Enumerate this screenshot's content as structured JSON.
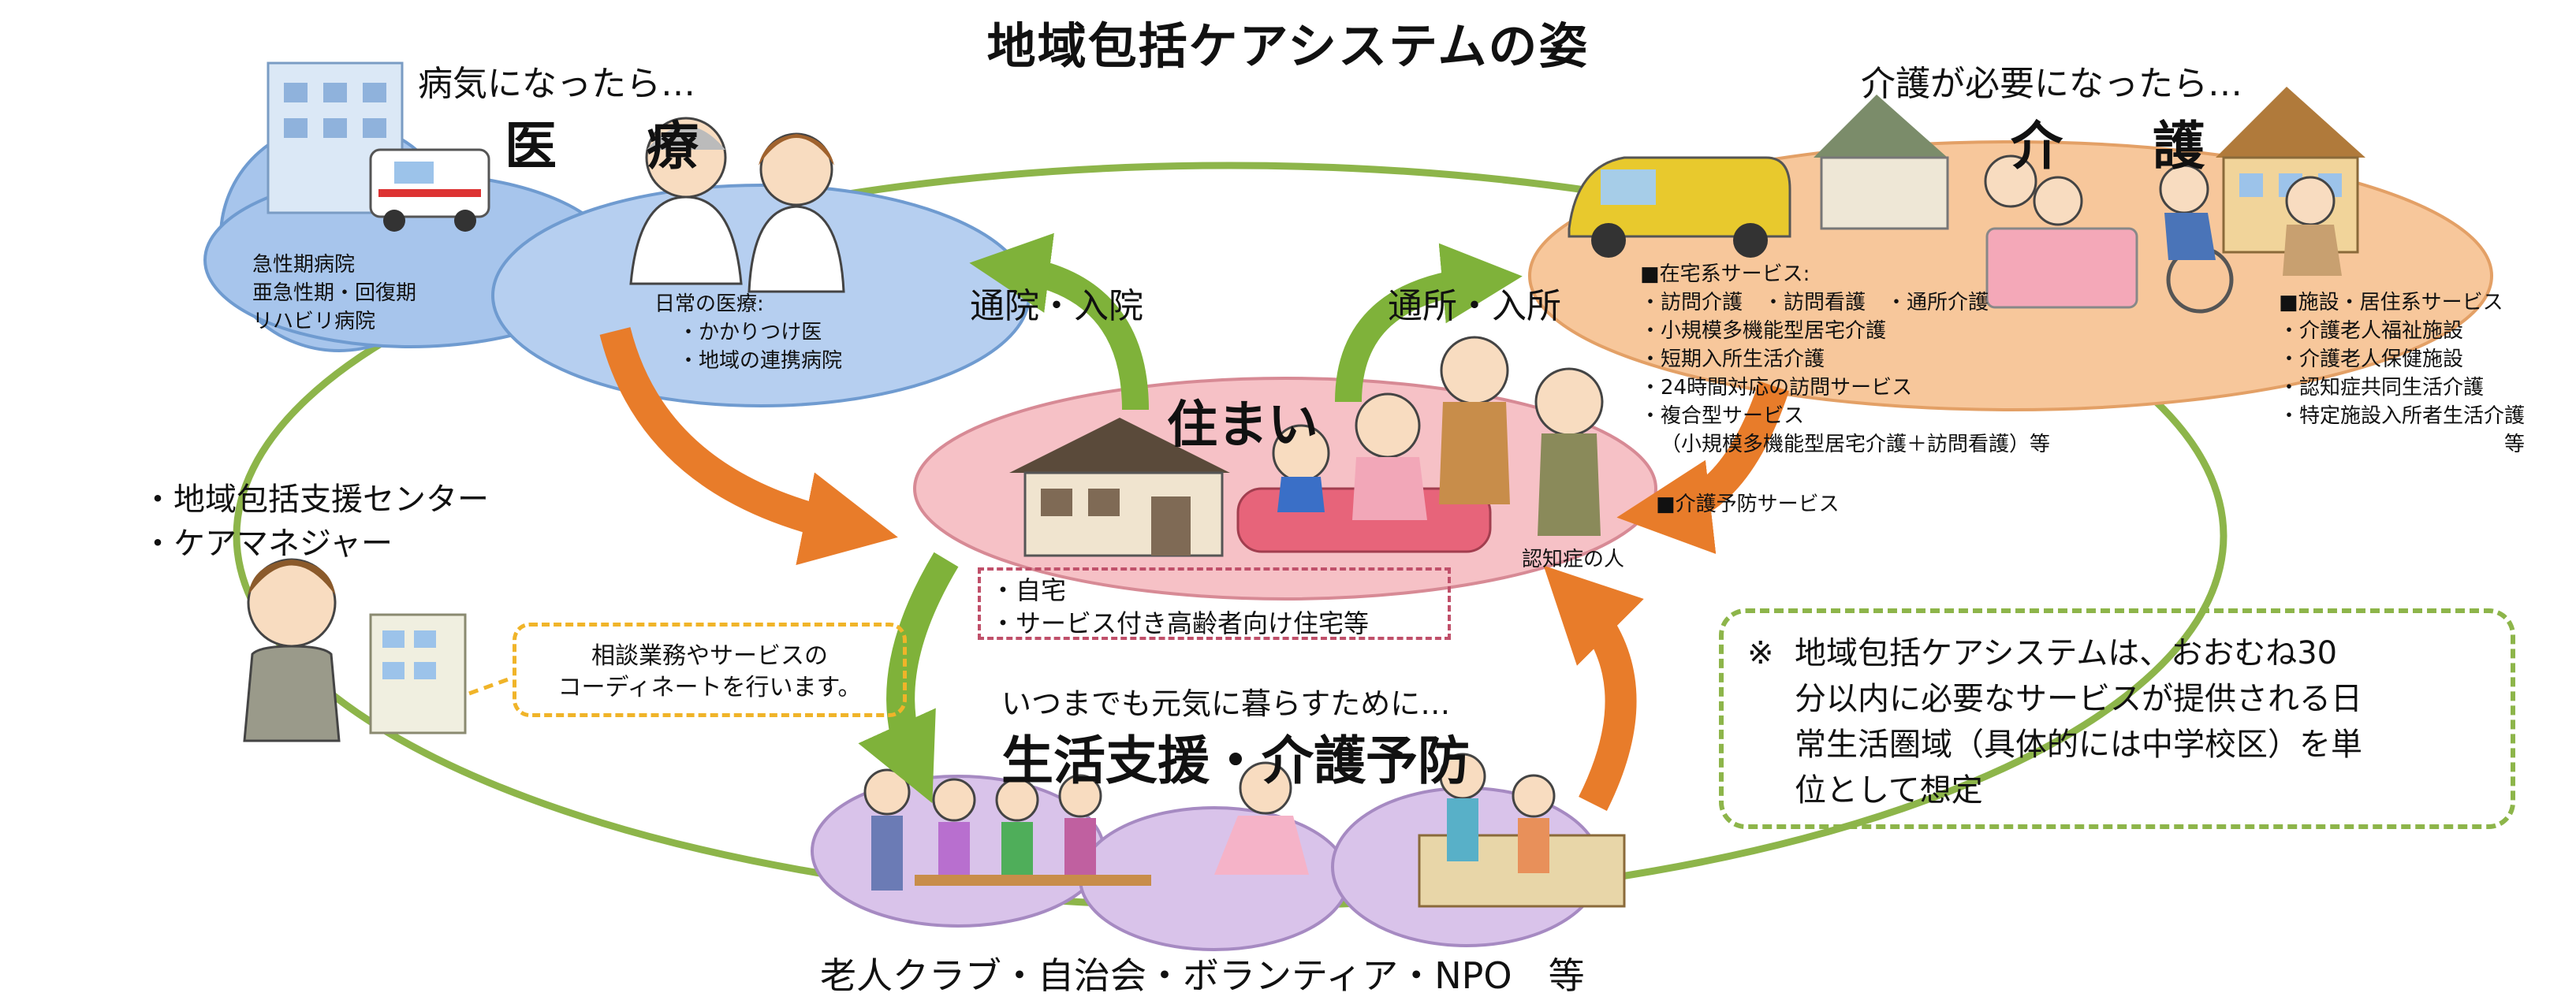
{
  "title": "地域包括ケアシステムの姿",
  "medical": {
    "caption": "病気になったら…",
    "heading": "医　療",
    "hospitals": [
      "急性期病院",
      "亜急性期・回復期",
      "リハビリ病院"
    ],
    "daily_care_title": "日常の医療:",
    "daily_care_items": [
      "・かかりつけ医",
      "・地域の連携病院"
    ]
  },
  "care": {
    "caption": "介護が必要になったら…",
    "heading": "介　護",
    "home_services_title": "■在宅系サービス:",
    "home_services": [
      "・訪問介護　・訪問看護　・通所介護",
      "・小規模多機能型居宅介護",
      "・短期入所生活介護",
      "・24時間対応の訪問サービス",
      "・複合型サービス",
      "（小規模多機能型居宅介護＋訪問看護）等"
    ],
    "prevention": "■介護予防サービス",
    "facility_title": "■施設・居住系サービス",
    "facilities": [
      "・介護老人福祉施設",
      "・介護老人保健施設",
      "・認知症共同生活介護",
      "・特定施設入所者生活介護",
      "等"
    ]
  },
  "housing": {
    "heading": "住まい",
    "items": [
      "・自宅",
      "・サービス付き高齢者向け住宅等"
    ],
    "dementia_label": "認知症の人"
  },
  "flows": {
    "hospital": "通院・入院",
    "daycare": "通所・入所"
  },
  "support_center": {
    "items": [
      "・地域包括支援センター",
      "・ケアマネジャー"
    ],
    "bubble": [
      "相談業務やサービスの",
      "コーディネートを行います。"
    ]
  },
  "living_support": {
    "caption": "いつまでも元気に暮らすために…",
    "heading": "生活支援・介護予防",
    "footer": "老人クラブ・自治会・ボランティア・NPO　等"
  },
  "note": {
    "mark": "※",
    "lines": [
      "地域包括ケアシステムは、おおむね30",
      "分以内に必要なサービスが提供される日",
      "常生活圏域（具体的には中学校区）を単",
      "位として想定"
    ]
  },
  "colors": {
    "ring": "#8db54a",
    "arrow_green": "#7fb23a",
    "arrow_orange": "#e87c2a",
    "medical_ellipse": "#a7c5ec",
    "care_ellipse": "#f7c79b",
    "housing_ellipse": "#f6c1c6",
    "support_ellipse": "#d9c3ea",
    "bubble_border": "#f0b429",
    "note_border": "#8db54a",
    "housing_box_border": "#c0506a"
  }
}
